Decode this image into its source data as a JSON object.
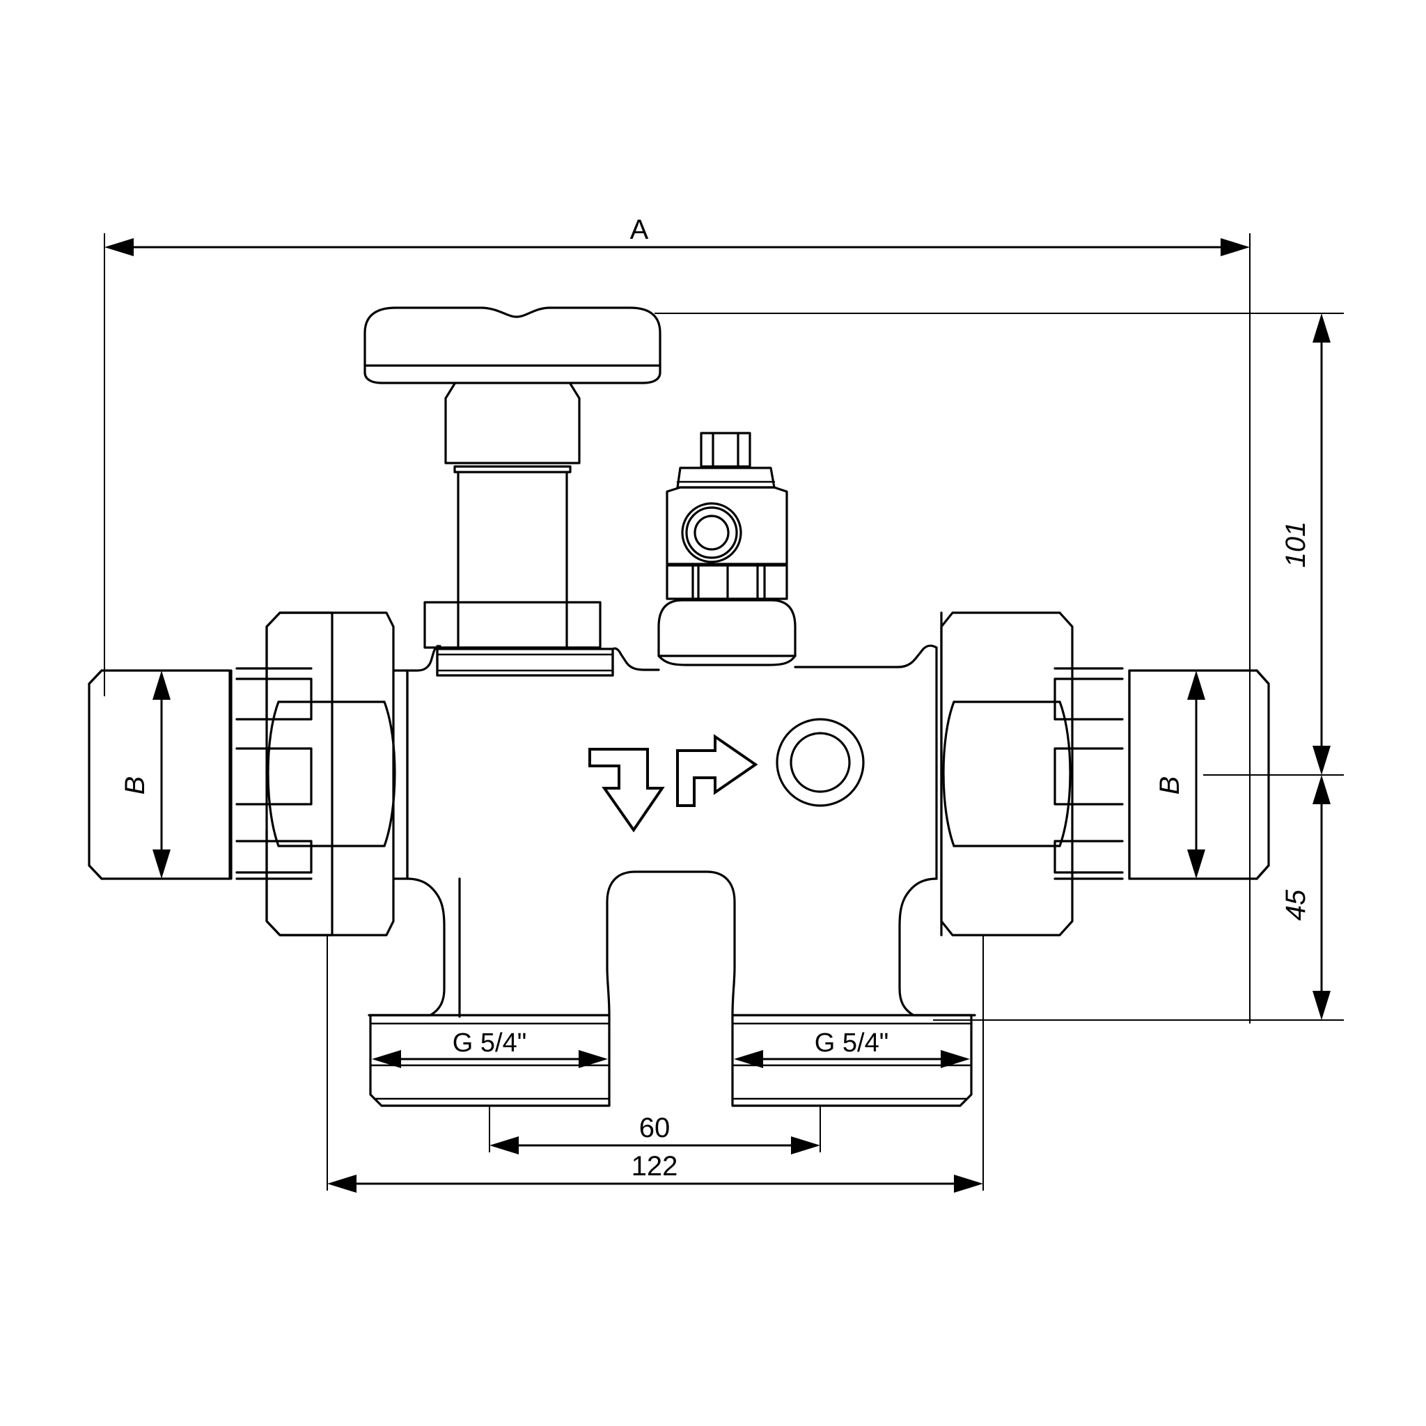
{
  "drawing": {
    "title": "Valve assembly dimensional drawing",
    "units": "mm",
    "background_color": "#ffffff",
    "line_color": "#000000"
  },
  "dimensions": {
    "overall_width": {
      "label": "A",
      "orientation": "horizontal",
      "position": "top"
    },
    "overall_height": {
      "label": "101",
      "orientation": "vertical",
      "position": "right"
    },
    "lower_height": {
      "label": "45",
      "orientation": "vertical",
      "position": "right"
    },
    "left_port_diameter": {
      "label": "B",
      "orientation": "vertical",
      "position": "left"
    },
    "right_port_diameter": {
      "label": "B",
      "orientation": "vertical",
      "position": "right"
    },
    "thread_left": {
      "label": "G 5/4\"",
      "orientation": "horizontal",
      "position": "bottom-left-flange"
    },
    "thread_right": {
      "label": "G 5/4\"",
      "orientation": "horizontal",
      "position": "bottom-right-flange"
    },
    "port_spacing": {
      "label": "60",
      "orientation": "horizontal",
      "position": "bottom"
    },
    "body_width": {
      "label": "122",
      "orientation": "horizontal",
      "position": "bottom"
    }
  },
  "components": {
    "handwheel": "handwheel",
    "stem": "valve-stem",
    "bonnet": "bonnet-flange",
    "test_port": "test-port-assembly",
    "sight_ring": "sight-glass-ring",
    "left_union_nut": "left-union-nut",
    "right_union_nut": "right-union-nut",
    "left_connector": "left-pipe-connector",
    "right_connector": "right-pipe-connector",
    "left_flange": "left-threaded-flange",
    "right_flange": "right-threaded-flange",
    "flow_arrow_down": "flow-arrow-down",
    "flow_arrow_right": "flow-arrow-right"
  }
}
